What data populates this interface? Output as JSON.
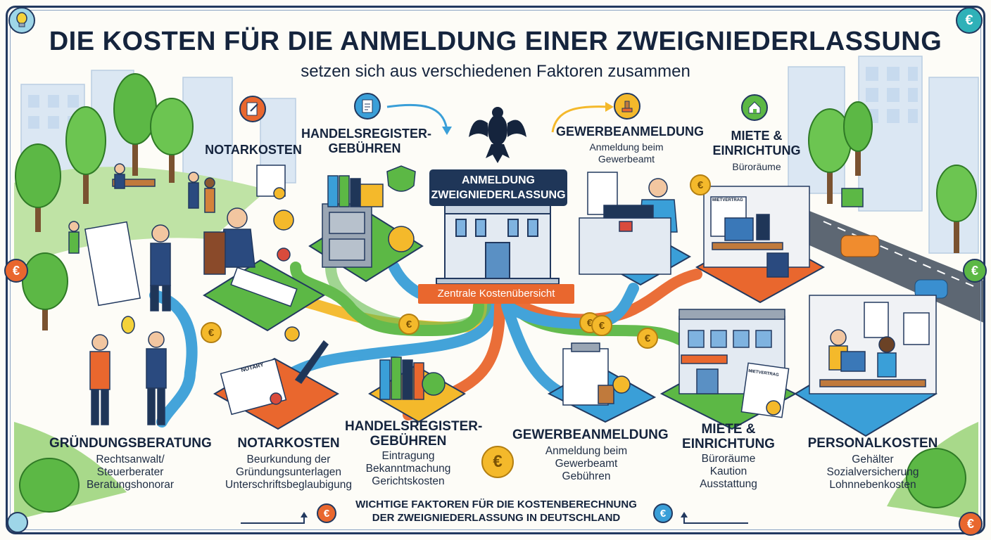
{
  "header": {
    "title": "DIE KOSTEN FÜR DIE ANMELDUNG EINER ZWEIGNIEDERLASSUNG",
    "subtitle": "setzen sich aus verschiedenen Faktoren zusammen"
  },
  "center": {
    "banner_line1": "ANMELDUNG",
    "banner_line2": "ZWEIGNIEDERLASSUNG",
    "ribbon": "Zentrale Kostenübersicht"
  },
  "top_labels": {
    "notarkosten": "NOTARKOSTEN",
    "handelsregister_line1": "HANDELSREGISTER-",
    "handelsregister_line2": "GEBÜHREN",
    "gewerbe": "GEWERBEANMELDUNG",
    "gewerbe_sub1": "Anmeldung beim",
    "gewerbe_sub2": "Gewerbeamt",
    "miete_line1": "MIETE &",
    "miete_line2": "EINRICHTUNG",
    "miete_sub": "Büroräume"
  },
  "bottom_sections": [
    {
      "title": [
        "GRÜNDUNGSBERATUNG"
      ],
      "lines": [
        "Rechtsanwalt/",
        "Steuerberater",
        "Beratungshonorar"
      ]
    },
    {
      "title": [
        "NOTARKOSTEN"
      ],
      "lines": [
        "Beurkundung der",
        "Gründungsunterlagen",
        "Unterschriftsbeglaubigung"
      ]
    },
    {
      "title": [
        "HANDELSREGISTER-",
        "GEBÜHREN"
      ],
      "lines": [
        "Eintragung",
        "Bekanntmachung",
        "Gerichtskosten"
      ]
    },
    {
      "title": [
        "GEWERBEANMELDUNG"
      ],
      "lines": [
        "Anmeldung beim",
        "Gewerbeamt",
        "Gebühren"
      ]
    },
    {
      "title": [
        "MIETE &",
        "EINRICHTUNG"
      ],
      "lines": [
        "Büroräume",
        "Kaution",
        "Ausstattung"
      ]
    },
    {
      "title": [
        "PERSONALKOSTEN"
      ],
      "lines": [
        "Gehälter",
        "Sozialversicherung",
        "Lohnnebenkosten"
      ]
    }
  ],
  "footer": {
    "line1": "WICHTIGE FAKTOREN FÜR DIE KOSTENBERECHNUNG",
    "line2": "DER ZWEIGNIEDERLASSUNG IN DEUTSCHLAND"
  },
  "illustration_text": {
    "notary_doc": "NOTARY",
    "mietvertrag_sign": "MIETVERTRAG",
    "mietvertrag_doc": "MIETVERTRAG"
  },
  "symbols": {
    "euro": "€"
  },
  "colors": {
    "navy": "#1f3658",
    "orange": "#e9672e",
    "green": "#5cb845",
    "blue": "#3a9fd8",
    "yellow": "#f4b92b"
  }
}
